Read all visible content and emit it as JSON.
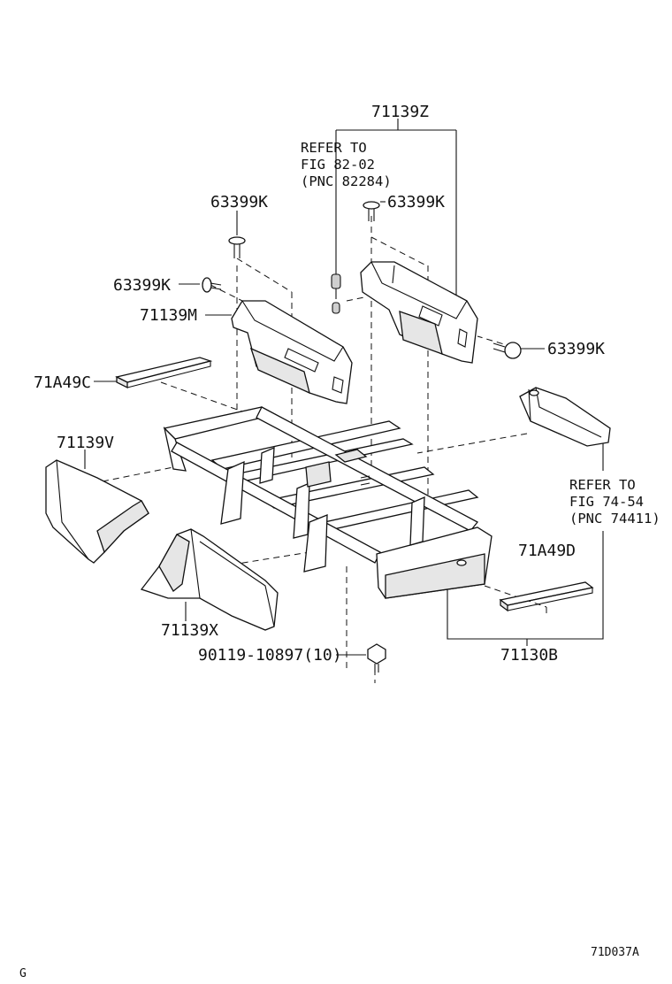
{
  "labels": {
    "p71139Z": "71139Z",
    "ref1_line1": "REFER TO",
    "ref1_line2": "FIG 82-02",
    "ref1_line3": "(PNC 82284)",
    "p63399K_a": "63399K",
    "p63399K_b": "63399K",
    "p63399K_c": "63399K",
    "p63399K_d": "63399K",
    "p71139M": "71139M",
    "p71A49C": "71A49C",
    "p71139V": "71139V",
    "ref2_line1": "REFER TO",
    "ref2_line2": "FIG 74-54",
    "ref2_line3": "(PNC 74411)",
    "p71A49D": "71A49D",
    "p71139X": "71139X",
    "p90119": "90119-10897(10)",
    "p71130B": "71130B",
    "figure_code": "71D037A",
    "corner_mark": "G"
  }
}
